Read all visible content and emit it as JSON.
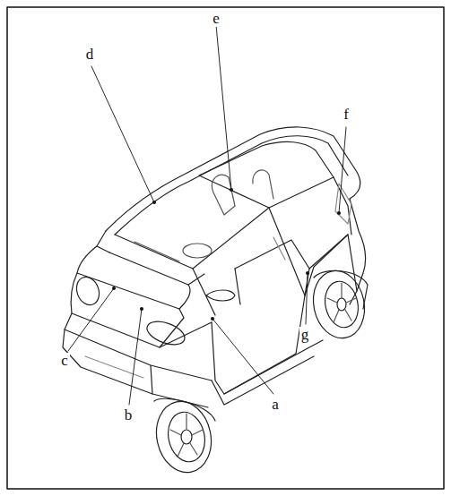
{
  "diagram": {
    "labels": [
      "e",
      "d",
      "f",
      "g",
      "c",
      "a",
      "b"
    ]
  }
}
